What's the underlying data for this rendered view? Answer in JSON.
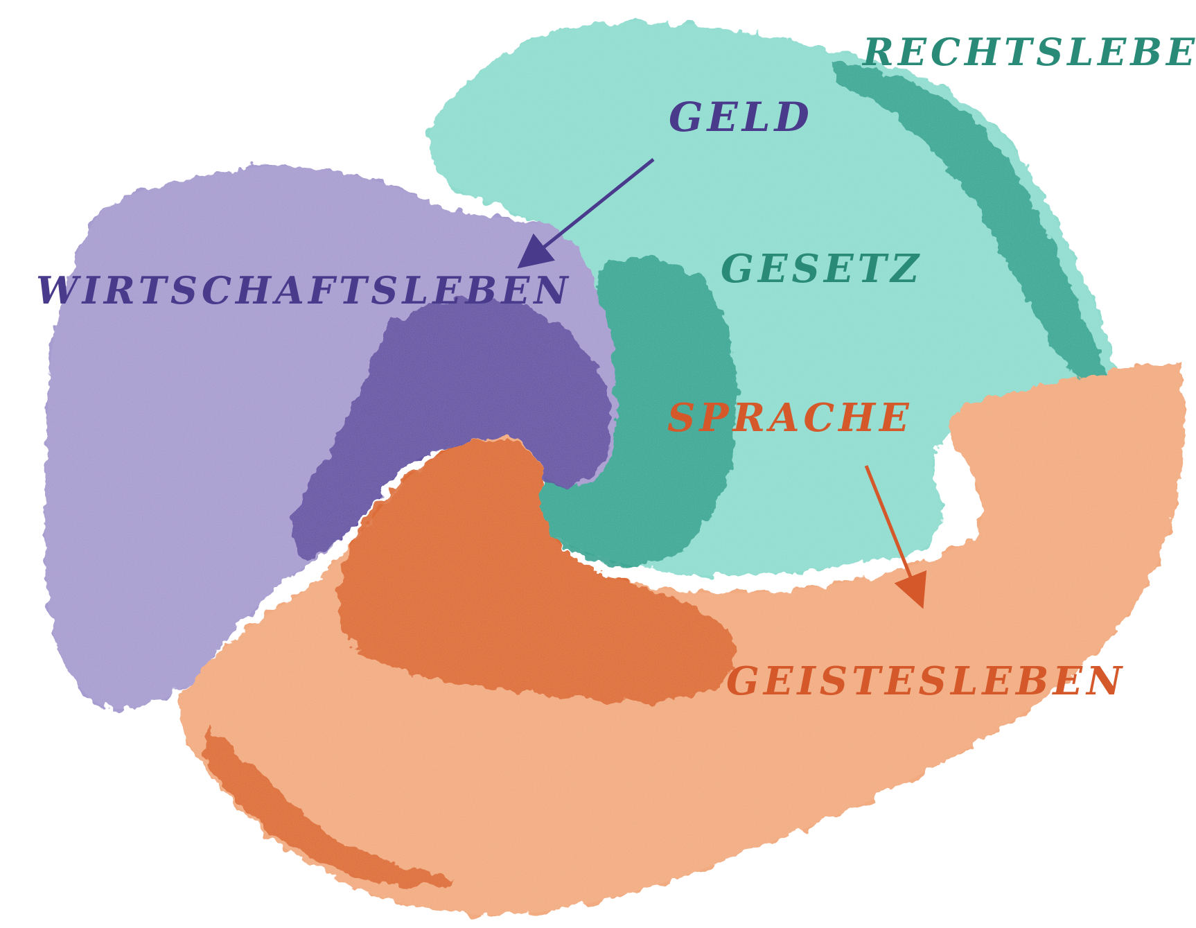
{
  "colors": {
    "purple_light": "#a79ccf",
    "purple_dark": "#5b4a9c",
    "purple_text": "#4a3a8c",
    "teal_light": "#8fdccf",
    "teal_dark": "#2e9d8a",
    "teal_text": "#2a8a78",
    "orange_light": "#f2ab80",
    "orange_dark": "#d9622c",
    "orange_text": "#d4582a",
    "background": "#ffffff"
  },
  "labels": {
    "rechtsleben": "RECHTSLEBEN",
    "geld": "GELD",
    "gesetz": "GESETZ",
    "wirtschaftsleben": "WIRTSCHAFTSLEBEN",
    "sprache": "SPRACHE",
    "geistesleben": "GEISTESLEBEN"
  }
}
